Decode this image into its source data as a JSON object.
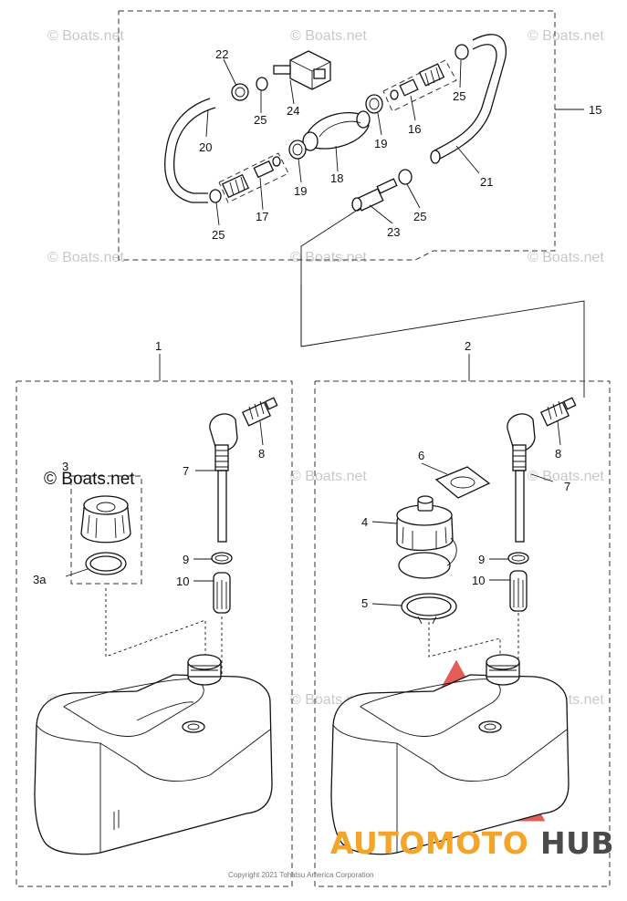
{
  "watermark": "© Boats.net",
  "copyright": "Copyright 2021 Tohatsu America Corporation",
  "brand": {
    "part1": "AUTOMOTO",
    "part2": "HUB",
    "color_orange": "#f3a52a",
    "color_dark": "#4a4a4a",
    "color_red": "#e0403a"
  },
  "callouts": [
    "1",
    "2",
    "3",
    "3a",
    "4",
    "5",
    "6",
    "7",
    "8",
    "9",
    "10",
    "15",
    "16",
    "17",
    "18",
    "19",
    "20",
    "21",
    "22",
    "23",
    "24",
    "25"
  ]
}
